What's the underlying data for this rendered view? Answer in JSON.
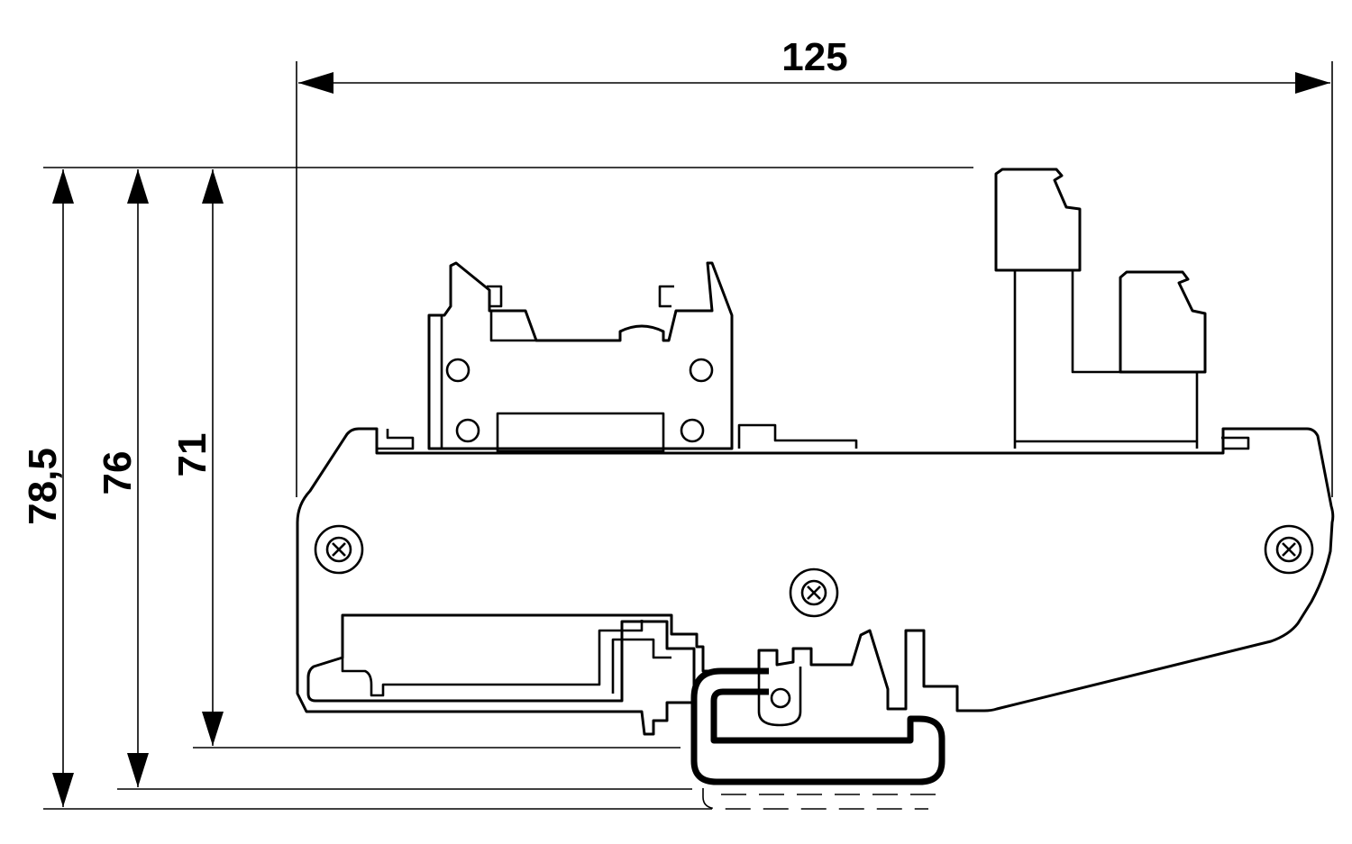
{
  "dimensions": {
    "width_label": "125",
    "height_outer_label": "78,5",
    "height_middle_label": "76",
    "height_inner_label": "71"
  },
  "colors": {
    "line": "#000000",
    "background": "#ffffff"
  }
}
